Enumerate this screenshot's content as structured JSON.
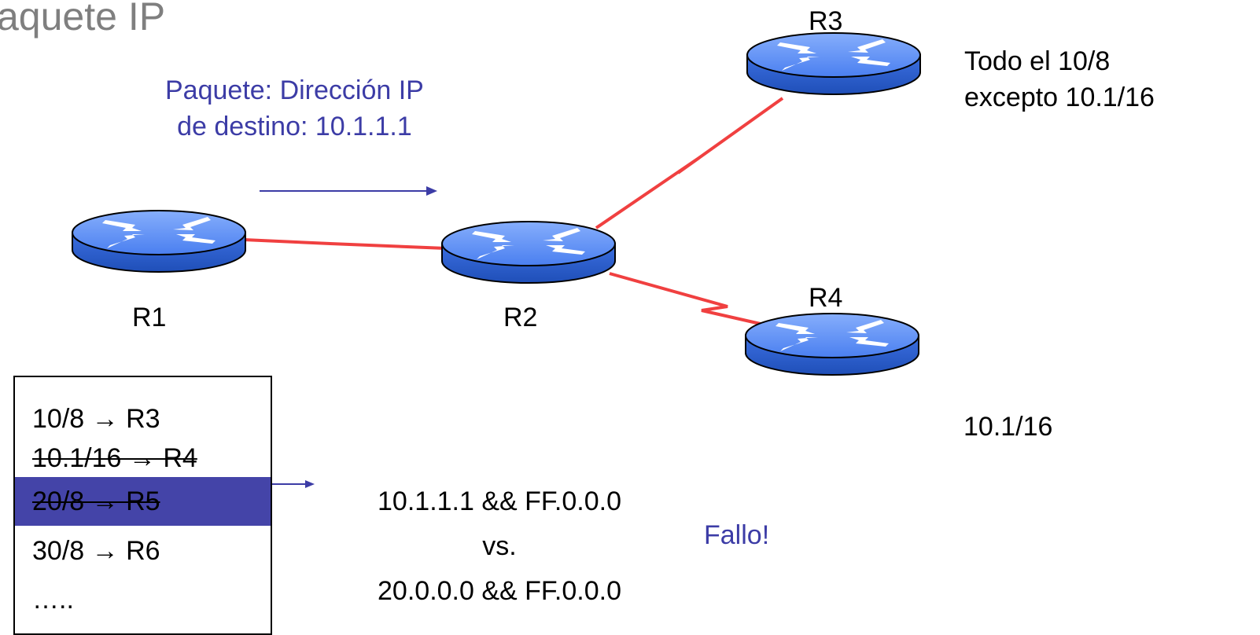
{
  "title": "aquete IP",
  "packet": {
    "line1": "Paquete: Dirección IP",
    "line2": "de destino: 10.1.1.1"
  },
  "routers": {
    "r1": "R1",
    "r2": "R2",
    "r3": "R3",
    "r4": "R4"
  },
  "r3_note": {
    "line1": "Todo el 10/8",
    "line2": "excepto 10.1/16"
  },
  "r4_note": "10.1/16",
  "routing_table": [
    "10/8 → R3",
    "10.1/16 → R4",
    "20/8 → R5",
    "30/8 → R6",
    "….."
  ],
  "comparison": {
    "line1": "10.1.1.1 && FF.0.0.0",
    "line2": "vs.",
    "line3": "20.0.0.0 && FF.0.0.0"
  },
  "result": "Fallo!",
  "colors": {
    "router": "#4a7ff0",
    "link": "#f04040",
    "accent": "#3c3ca6",
    "highlight_row": "#4444a8"
  }
}
